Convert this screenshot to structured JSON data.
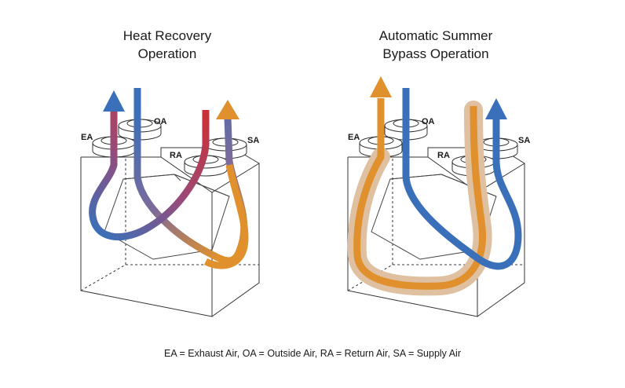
{
  "left": {
    "title_line1": "Heat Recovery",
    "title_line2": "Operation",
    "labels": {
      "ea": "EA",
      "oa": "OA",
      "ra": "RA",
      "sa": "SA"
    }
  },
  "right": {
    "title_line1": "Automatic Summer",
    "title_line2": "Bypass Operation",
    "labels": {
      "ea": "EA",
      "oa": "OA",
      "ra": "RA",
      "sa": "SA"
    }
  },
  "legend": "EA = Exhaust Air,  OA = Outside Air,  RA = Return Air,  SA = Supply Air",
  "colors": {
    "cold": "#3a70b9",
    "warm": "#e0902c",
    "hot": "#c9313a",
    "bypass_halo": "#f1dcc4"
  }
}
